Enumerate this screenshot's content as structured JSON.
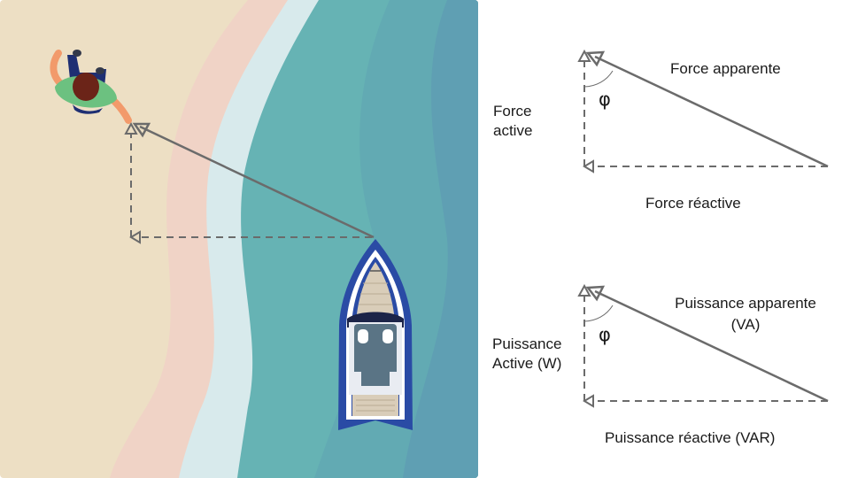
{
  "diagram1": {
    "hyp_label": "Force apparente",
    "vertical_label_1": "Force",
    "vertical_label_2": "active",
    "horizontal_label": "Force réactive",
    "angle_symbol": "φ"
  },
  "diagram2": {
    "hyp_label_1": "Puissance apparente",
    "hyp_label_2": "(VA)",
    "vertical_label_1": "Puissance",
    "vertical_label_2": "Active (W)",
    "horizontal_label": "Puissance réactive (VAR)",
    "angle_symbol": "φ"
  },
  "colors": {
    "sand": "#eddfc4",
    "wet_sand": "#f0d3c6",
    "foam": "#d8eaec",
    "shallow_water": "#66b3b4",
    "deep_water": "#5f9fb3",
    "boat_hull": "#2a4ba5",
    "boat_deck": "#d9cdb9",
    "arrow": "#6b6b6b",
    "shirt": "#6cc180",
    "hair": "#6b2418",
    "skin": "#f29a6b"
  }
}
